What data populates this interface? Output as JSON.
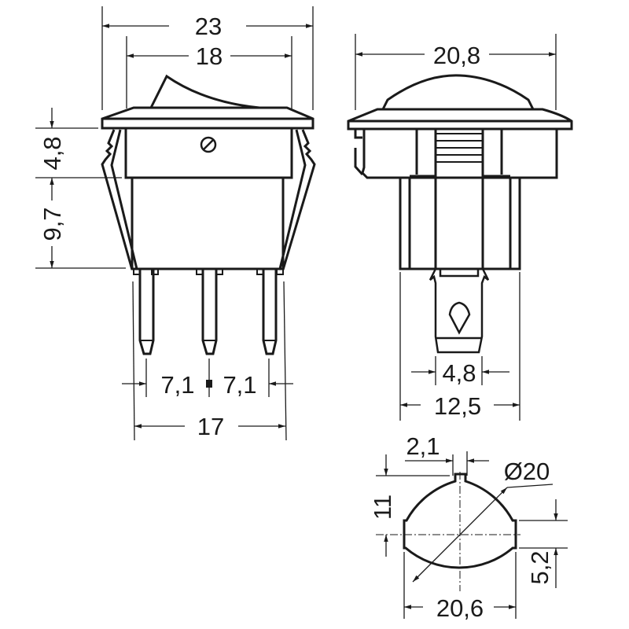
{
  "drawing": {
    "title": "Rocker switch dimension drawing",
    "units": "mm",
    "colors": {
      "line": "#1a1a1a",
      "background": "#ffffff"
    },
    "front_view": {
      "overall_width": "23",
      "body_width": "18",
      "bezel_height": "4,8",
      "body_height": "9,7",
      "pin_spacing_left": "7,1",
      "pin_spacing_right": "7,1",
      "pin_span": "17"
    },
    "side_view": {
      "bezel_width": "20,8",
      "terminal_width": "4,8",
      "body_width": "12,5"
    },
    "cutout_view": {
      "key_width": "2,1",
      "diameter": "Ø20",
      "key_height": "11",
      "flat_width": "20,6",
      "flat_height": "5,2"
    }
  }
}
